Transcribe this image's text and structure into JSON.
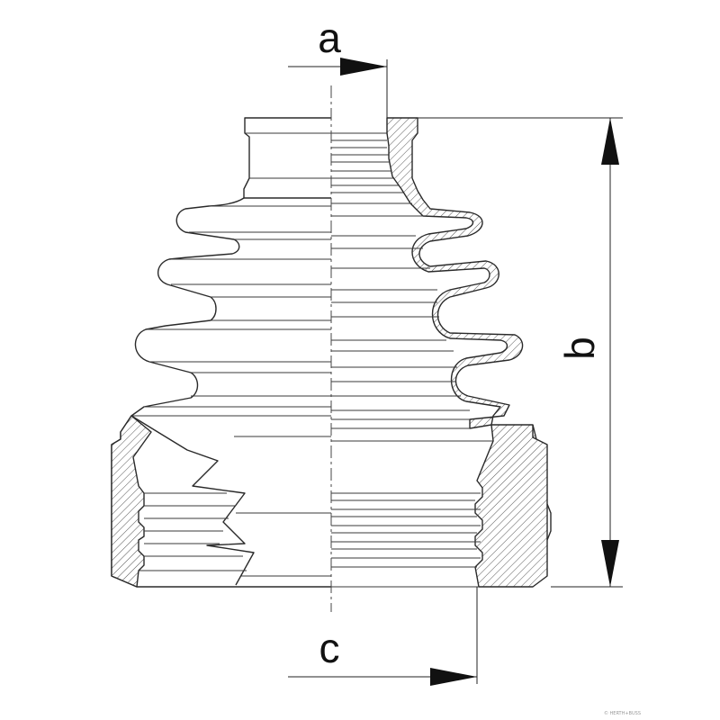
{
  "diagram": {
    "labels": {
      "a": "a",
      "b": "b",
      "c": "c"
    },
    "watermark": "© HERTH+BUSS",
    "colors": {
      "line": "#2a2a2a",
      "background": "#ffffff",
      "watermark": "#999999"
    }
  }
}
